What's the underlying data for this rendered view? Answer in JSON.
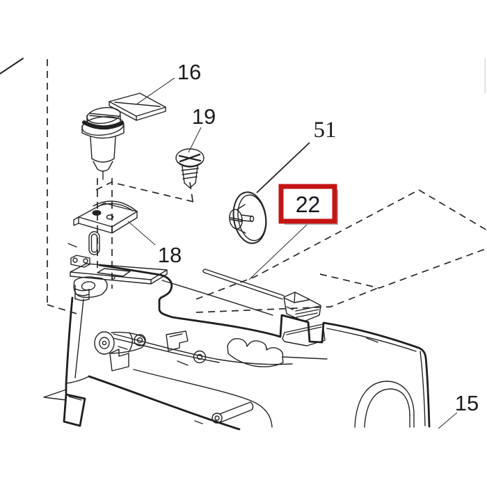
{
  "parts": [
    {
      "id": "16",
      "label": "16"
    },
    {
      "id": "19",
      "label": "19"
    },
    {
      "id": "51",
      "label": "51"
    },
    {
      "id": "22",
      "label": "22"
    },
    {
      "id": "18",
      "label": "18"
    },
    {
      "id": "15",
      "label": "15"
    }
  ],
  "highlight": {
    "part_label": "22",
    "color": "#c41414",
    "shadow_color": "#ababab"
  }
}
